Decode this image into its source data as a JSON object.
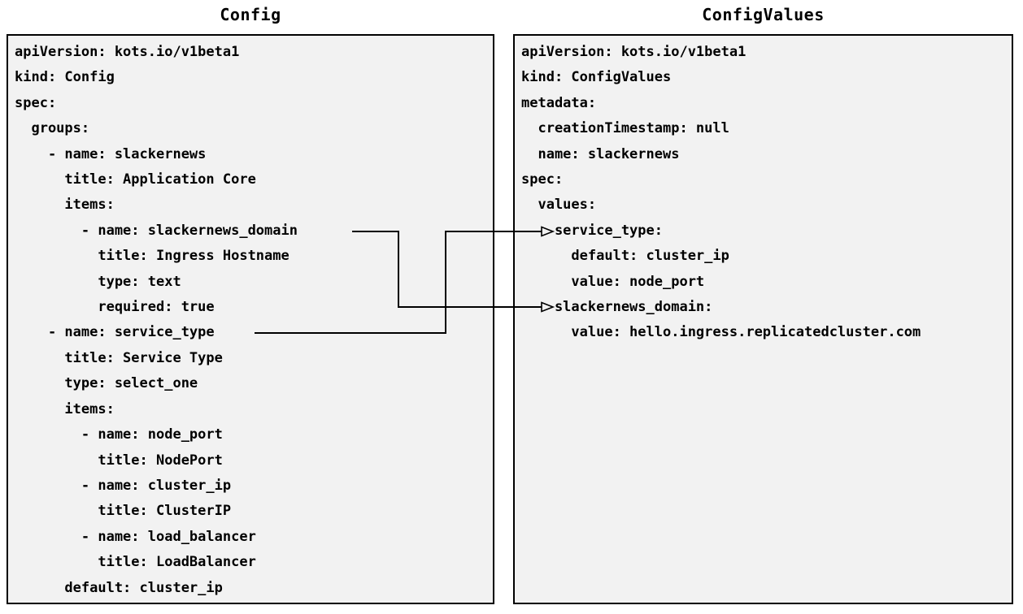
{
  "left_panel": {
    "title": "Config",
    "yaml_lines": [
      "apiVersion: kots.io/v1beta1",
      "kind: Config",
      "spec:",
      "  groups:",
      "    - name: slackernews",
      "      title: Application Core",
      "      items:",
      "        - name: slackernews_domain",
      "          title: Ingress Hostname",
      "          type: text",
      "          required: true",
      "    - name: service_type",
      "      title: Service Type",
      "      type: select_one",
      "      items:",
      "        - name: node_port",
      "          title: NodePort",
      "        - name: cluster_ip",
      "          title: ClusterIP",
      "        - name: load_balancer",
      "          title: LoadBalancer",
      "      default: cluster_ip"
    ]
  },
  "right_panel": {
    "title": "ConfigValues",
    "yaml_lines": [
      "apiVersion: kots.io/v1beta1",
      "kind: ConfigValues",
      "metadata:",
      "  creationTimestamp: null",
      "  name: slackernews",
      "spec:",
      "  values:",
      "    service_type:",
      "      default: cluster_ip",
      "      value: node_port",
      "    slackernews_domain:",
      "      value: hello.ingress.replicatedcluster.com"
    ]
  },
  "connections": [
    {
      "from_panel": "Config",
      "from_field": "name: slackernews_domain",
      "to_panel": "ConfigValues",
      "to_field": "slackernews_domain:"
    },
    {
      "from_panel": "Config",
      "from_field": "name: service_type",
      "to_panel": "ConfigValues",
      "to_field": "service_type:"
    }
  ],
  "colors": {
    "page_background": "#ffffff",
    "panel_background": "#f2f2f2",
    "panel_border": "#000000",
    "code_text": "#000000",
    "arrow": "#000000"
  }
}
